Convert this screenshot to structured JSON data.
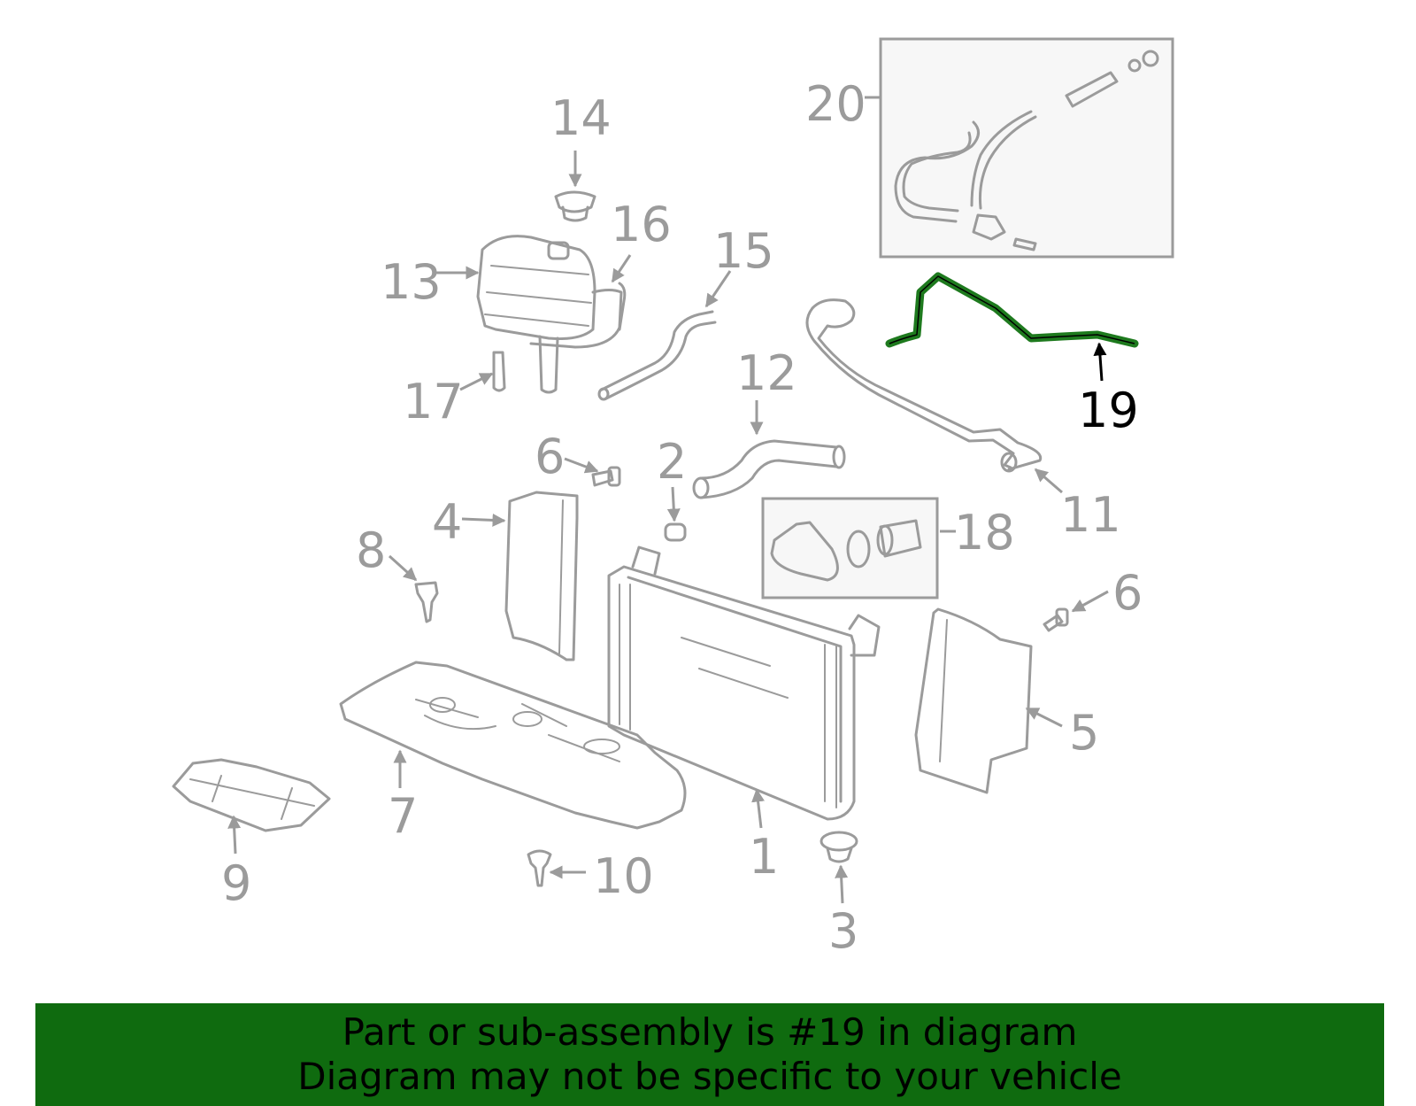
{
  "callouts": {
    "c1": "1",
    "c2": "2",
    "c3": "3",
    "c4": "4",
    "c5": "5",
    "c6a": "6",
    "c6b": "6",
    "c7": "7",
    "c8": "8",
    "c9": "9",
    "c10": "10",
    "c11": "11",
    "c12": "12",
    "c13": "13",
    "c14": "14",
    "c15": "15",
    "c16": "16",
    "c17": "17",
    "c18": "18",
    "c19": "19",
    "c20": "20"
  },
  "highlight": {
    "part": "19",
    "color": "#1e7a1e"
  },
  "banner": {
    "line1": "Part or sub-assembly is #19 in diagram",
    "line2": "Diagram may not be specific to your vehicle",
    "color": "#0f6b0f"
  }
}
